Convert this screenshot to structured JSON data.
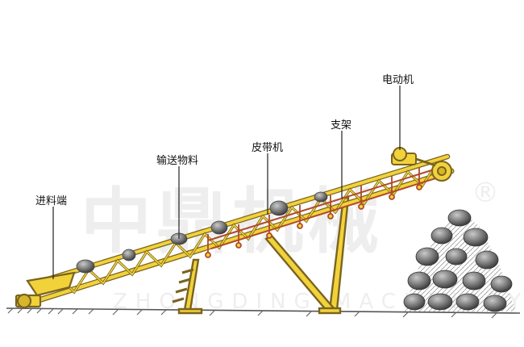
{
  "labels": {
    "feed_end": "进料端",
    "conveyed_material": "输送物料",
    "belt": "皮带机",
    "support": "支架",
    "motor": "电动机"
  },
  "watermark": {
    "text": "中鼎机械",
    "registered_mark": "®",
    "romanized": "ZHONGDING MACHINERY"
  },
  "colors": {
    "frame": "#f2d23a",
    "frame_dark": "#7a6420",
    "belt": "#b04a2a",
    "rock": "#6e6e6e",
    "ground": "#555555",
    "leader": "#222222"
  }
}
